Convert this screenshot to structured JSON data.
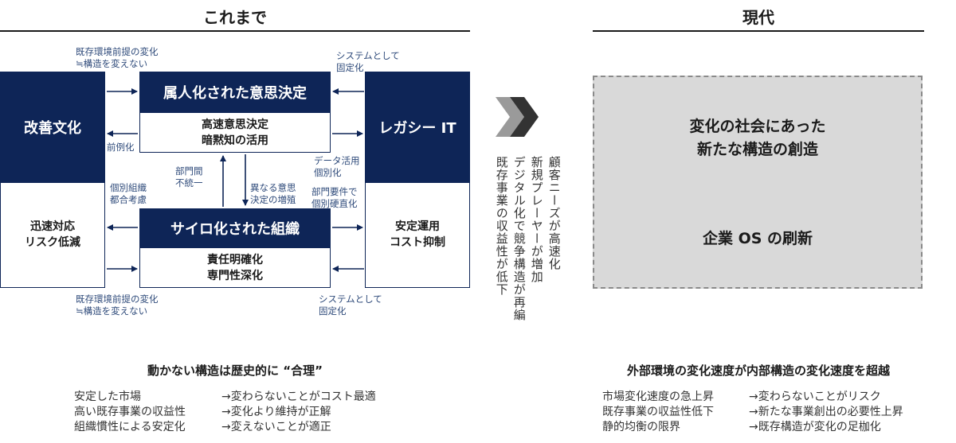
{
  "left": {
    "title": "これまで",
    "blocks": {
      "kaizen": "改善文化",
      "legacy_it": "レガシー IT",
      "zokujin_head": "属人化された意思決定",
      "zokujin_body": "高速意思決定\n暗黙知の活用",
      "silo_head": "サイロ化された組織",
      "silo_body": "責任明確化\n専門性深化",
      "kaizen_sub": "迅速対応\nリスク低減",
      "legacy_sub": "安定運用\nコスト抑制"
    },
    "notes": {
      "top_left": "既存環境前提の変化\n≒構造を変えない",
      "top_right": "システムとして\n固定化",
      "prec": "前例化",
      "data_use": "データ活用\n個別化",
      "kobetsu": "個別組織\n都合考慮",
      "bumon_kan": "部門間\n不統一",
      "kotonaru": "異なる意思\n決定の増殖",
      "bumon_yoken": "部門要件で\n個別硬直化",
      "bottom_left": "既存環境前提の変化\n≒構造を変えない",
      "bottom_right": "システムとして\n固定化"
    },
    "footer": {
      "title": "動かない構造は歴史的に “合理”",
      "rows": [
        {
          "a": "安定した市場",
          "b": "→変わらないことがコスト最適"
        },
        {
          "a": "高い既存事業の収益性",
          "b": "→変化より維持が正解"
        },
        {
          "a": "組織慣性による安定化",
          "b": "→変えないことが適正"
        }
      ]
    }
  },
  "middle": {
    "columns": [
      "顧客ニーズが高速化",
      "新規プレーヤーが増加",
      "デジタル化で競争構造が再編",
      "既存事業の収益性が低下"
    ]
  },
  "right": {
    "title": "現代",
    "box_top": "変化の社会にあった\n新たな構造の創造",
    "box_bottom": "企業 OS の刷新",
    "footer": {
      "title": "外部環境の変化速度が内部構造の変化速度を超越",
      "rows": [
        {
          "a": "市場変化速度の急上昇",
          "b": "→変わらないことがリスク"
        },
        {
          "a": "既存事業の収益性低下",
          "b": "→新たな事業創出の必要性上昇"
        },
        {
          "a": "静的均衡の限界",
          "b": "→既存構造が変化の足枷化"
        }
      ]
    }
  },
  "colors": {
    "navy": "#0e2557",
    "chevron": "#333333",
    "gray_box": "#d9d9d9",
    "note_text": "#2e4a7a"
  }
}
